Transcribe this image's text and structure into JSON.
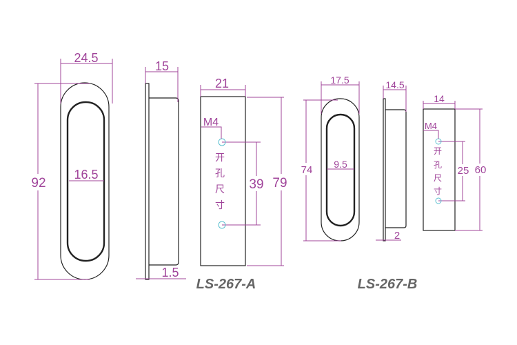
{
  "colors": {
    "dimension": "#a0449a",
    "hole": "#5bc0d0",
    "outline": "#222222",
    "model_label": "#666666"
  },
  "model_a": {
    "label": "LS-267-A",
    "front": {
      "width": "24.5",
      "height": "92",
      "inner_width": "16.5"
    },
    "side": {
      "depth": "15",
      "plate": "1.5"
    },
    "back": {
      "width": "21",
      "height": "79",
      "hole_spacing": "39",
      "hole_size": "M4",
      "hole_note": [
        "开",
        "孔",
        "尺",
        "寸"
      ]
    }
  },
  "model_b": {
    "label": "LS-267-B",
    "front": {
      "width": "17.5",
      "height": "74",
      "inner_width": "9.5"
    },
    "side": {
      "depth": "14.5",
      "plate": "2"
    },
    "back": {
      "width": "14",
      "height": "60",
      "hole_spacing": "25",
      "hole_size": "M4",
      "hole_note": [
        "开",
        "孔",
        "尺",
        "寸"
      ]
    }
  }
}
